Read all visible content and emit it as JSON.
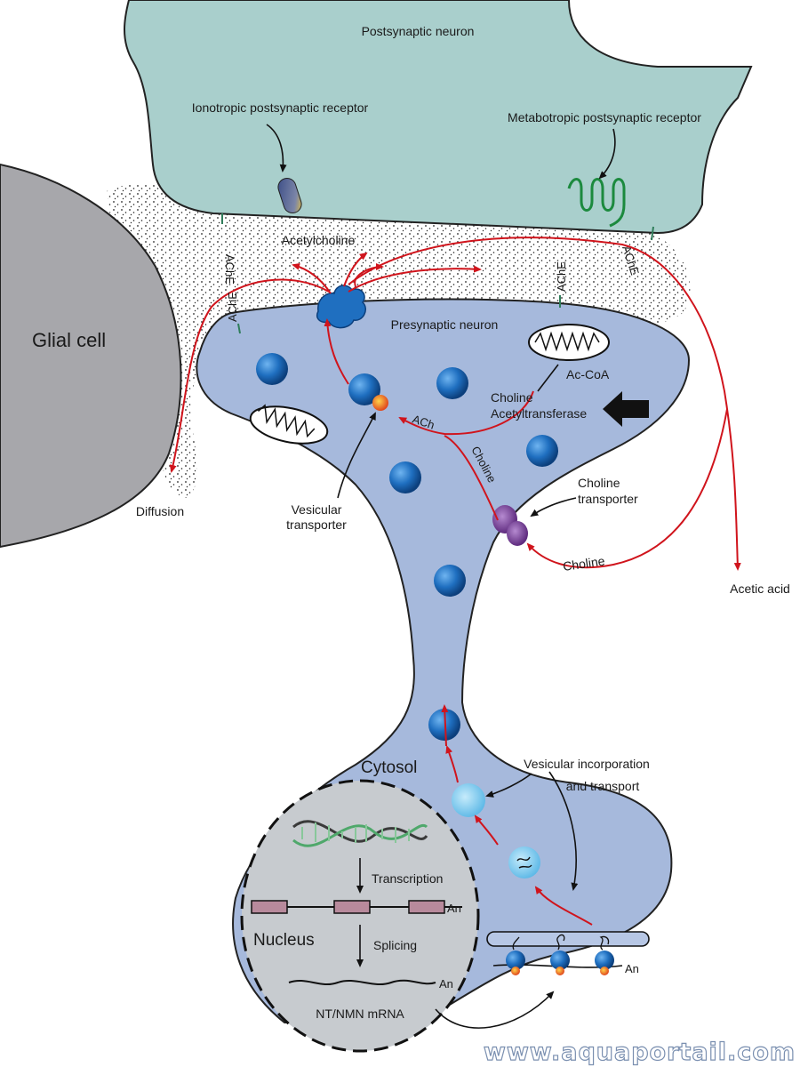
{
  "labels": {
    "postsynaptic_neuron": "Postsynaptic neuron",
    "ionotropic_receptor": "Ionotropic postsynaptic receptor",
    "metabotropic_receptor": "Metabotropic postsynaptic receptor",
    "glial_cell": "Glial cell",
    "acetylcholine": "Acetylcholine",
    "ache": "AChE",
    "presynaptic_neuron": "Presynaptic neuron",
    "ac_coa": "Ac-CoA",
    "choline_acetyltransferase_1": "Choline",
    "choline_acetyltransferase_2": "Acetyltransferase",
    "ach": "ACh",
    "choline": "Choline",
    "choline_transporter_1": "Choline",
    "choline_transporter_2": "transporter",
    "diffusion": "Diffusion",
    "vesicular_transporter_1": "Vesicular",
    "vesicular_transporter_2": "transporter",
    "acetic_acid": "Acetic acid",
    "cytosol": "Cytosol",
    "vesicular_incorporation_1": "Vesicular incorporation",
    "vesicular_incorporation_2": "and transport",
    "transcription": "Transcription",
    "nucleus": "Nucleus",
    "splicing": "Splicing",
    "an": "An",
    "mrna": "NT/NMN mRNA"
  },
  "watermark": "www.aquaportail.com",
  "colors": {
    "postsynaptic": "#a9cfcc",
    "presynaptic": "#a6b9dc",
    "glial": "#a7a7ab",
    "nucleus": "#c7cbcf",
    "arrow_red": "#d0141c",
    "vesicle": "#1f6fc0"
  }
}
